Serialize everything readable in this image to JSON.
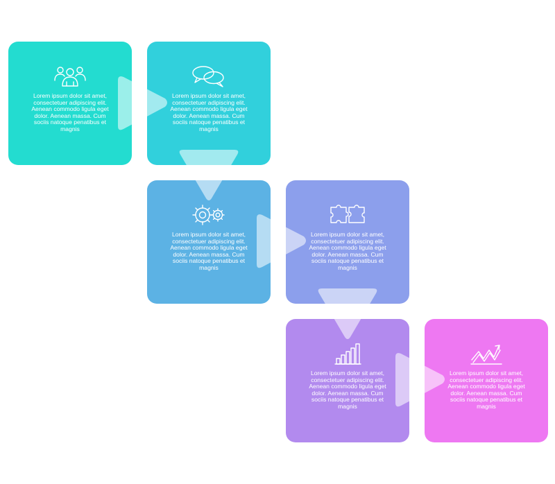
{
  "steps": [
    {
      "icon": "people-icon",
      "color": "#23dcd0",
      "text": "Lorem ipsum dolor sit amet, consectetuer adipiscing elit. Aenean commodo ligula eget dolor. Aenean massa. Cum sociis natoque penatibus et magnis"
    },
    {
      "icon": "chat-bubbles-icon",
      "color": "#31d0dc",
      "text": "Lorem ipsum dolor sit amet, consectetuer adipiscing elit. Aenean commodo ligula eget dolor. Aenean massa. Cum sociis natoque penatibus et magnis"
    },
    {
      "icon": "gears-icon",
      "color": "#5cb2e4",
      "text": "Lorem ipsum dolor sit amet, consectetuer adipiscing elit. Aenean commodo ligula eget dolor. Aenean massa. Cum sociis natoque penatibus et magnis"
    },
    {
      "icon": "puzzle-icon",
      "color": "#8c9fec",
      "text": "Lorem ipsum dolor sit amet, consectetuer adipiscing elit. Aenean commodo ligula eget dolor. Aenean massa. Cum sociis natoque penatibus et magnis"
    },
    {
      "icon": "bar-chart-icon",
      "color": "#b28aee",
      "text": "Lorem ipsum dolor sit amet, consectetuer adipiscing elit. Aenean commodo ligula eget dolor. Aenean massa. Cum sociis natoque penatibus et magnis"
    },
    {
      "icon": "trend-line-icon",
      "color": "#ee78f2",
      "text": "Lorem ipsum dolor sit amet, consectetuer adipiscing elit. Aenean commodo ligula eget dolor. Aenean massa. Cum sociis natoque penatibus et magnis"
    }
  ]
}
